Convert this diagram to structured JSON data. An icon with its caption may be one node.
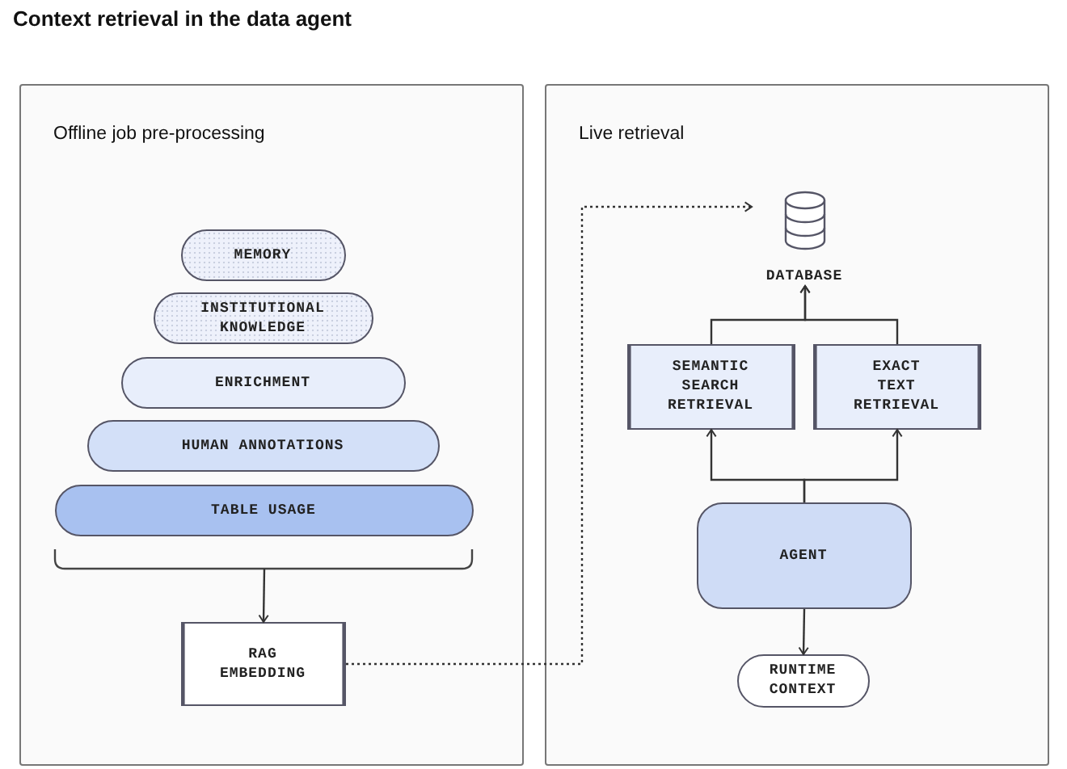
{
  "diagram": {
    "title": "Context retrieval in the data agent",
    "nodes": [
      {
        "text": [
          "Offline job pre-processing"
        ]
      },
      {
        "text": [
          "MEMORY"
        ],
        "in": 0
      },
      {
        "text": [
          "INSTITUTIONAL KNOWLEDGE"
        ],
        "in": 0
      },
      {
        "text": [
          "ENRICHMENT"
        ],
        "in": 0
      },
      {
        "text": [
          "HUMAN ANNOTATIONS"
        ],
        "in": 0
      },
      {
        "text": [
          "TABLE USAGE"
        ],
        "in": 0
      },
      {
        "text": [
          "RAG EMBEDDING"
        ],
        "in": 0
      },
      {
        "text": [
          "Live retrieval"
        ]
      },
      {
        "text": [
          "DATABASE"
        ],
        "in": 7
      },
      {
        "text": [
          "SEMANTIC SEARCH RETRIEVAL"
        ],
        "in": 7
      },
      {
        "text": [
          "EXACT TEXT RETRIEVAL"
        ],
        "in": 7
      },
      {
        "text": [
          "AGENT"
        ],
        "in": 7
      },
      {
        "text": [
          "RUNTIME CONTEXT"
        ],
        "in": 7
      }
    ],
    "edges": [
      {
        "from": 5,
        "to": 6,
        "arrow": "to"
      },
      {
        "from": 6,
        "to": 8,
        "arrow": "to",
        "style": "dashed"
      },
      {
        "from": 9,
        "to": 8,
        "arrow": "to"
      },
      {
        "from": 10,
        "to": 8,
        "arrow": "to"
      },
      {
        "from": 11,
        "to": 9,
        "arrow": "to"
      },
      {
        "from": 11,
        "to": 10,
        "arrow": "to"
      },
      {
        "from": 11,
        "to": 12,
        "arrow": "to"
      }
    ]
  }
}
